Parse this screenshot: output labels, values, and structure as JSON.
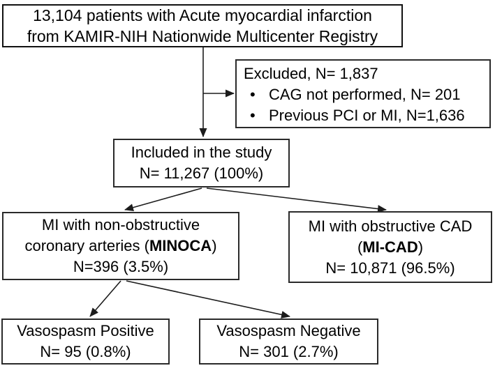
{
  "canvas": {
    "background": "#ffffff",
    "box_border_color": "#2a2a2a",
    "text_color": "#000000",
    "arrow_color": "#1c1c1c"
  },
  "boxes": {
    "registry": {
      "lines": [
        "13,104 patients with Acute myocardial infarction",
        "from KAMIR-NIH Nationwide Multicenter Registry"
      ]
    },
    "excluded": {
      "title": "Excluded, N= 1,837",
      "bullet_glyph": "•",
      "bullets": [
        "CAG not performed, N= 201",
        "Previous PCI or MI, N=1,636"
      ]
    },
    "included": {
      "lines": [
        "Included in the study",
        "N= 11,267 (100%)"
      ]
    },
    "minoca": {
      "line1": "MI with non-obstructive",
      "line2_pre": "coronary arteries (",
      "line2_bold": "MINOCA",
      "line2_post": ")",
      "line3": "N=396 (3.5%)"
    },
    "micad": {
      "line1": "MI with obstructive CAD",
      "line2_pre": "(",
      "line2_bold": "MI-CAD",
      "line2_post": ")",
      "line3": "N= 10,871 (96.5%)"
    },
    "vasospasm_positive": {
      "lines": [
        "Vasospasm Positive",
        "N= 95 (0.8%)"
      ]
    },
    "vasospasm_negative": {
      "lines": [
        "Vasospasm Negative",
        "N= 301 (2.7%)"
      ]
    }
  }
}
